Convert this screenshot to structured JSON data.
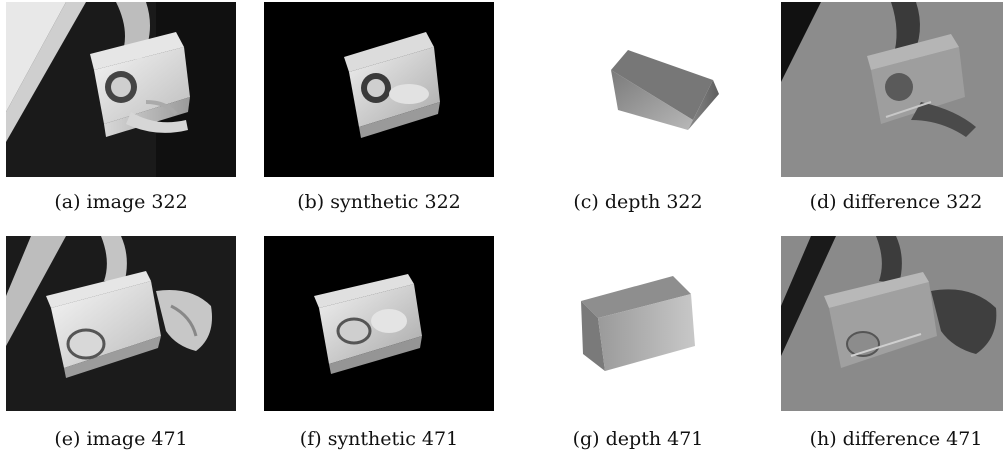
{
  "figure": {
    "captions": {
      "a": "(a) image 322",
      "b": "(b) synthetic 322",
      "c": "(c) depth 322",
      "d": "(d) difference 322",
      "e": "(e) image 471",
      "f": "(f) synthetic 471",
      "g": "(g) depth 471",
      "h": "(h) difference 471"
    }
  }
}
